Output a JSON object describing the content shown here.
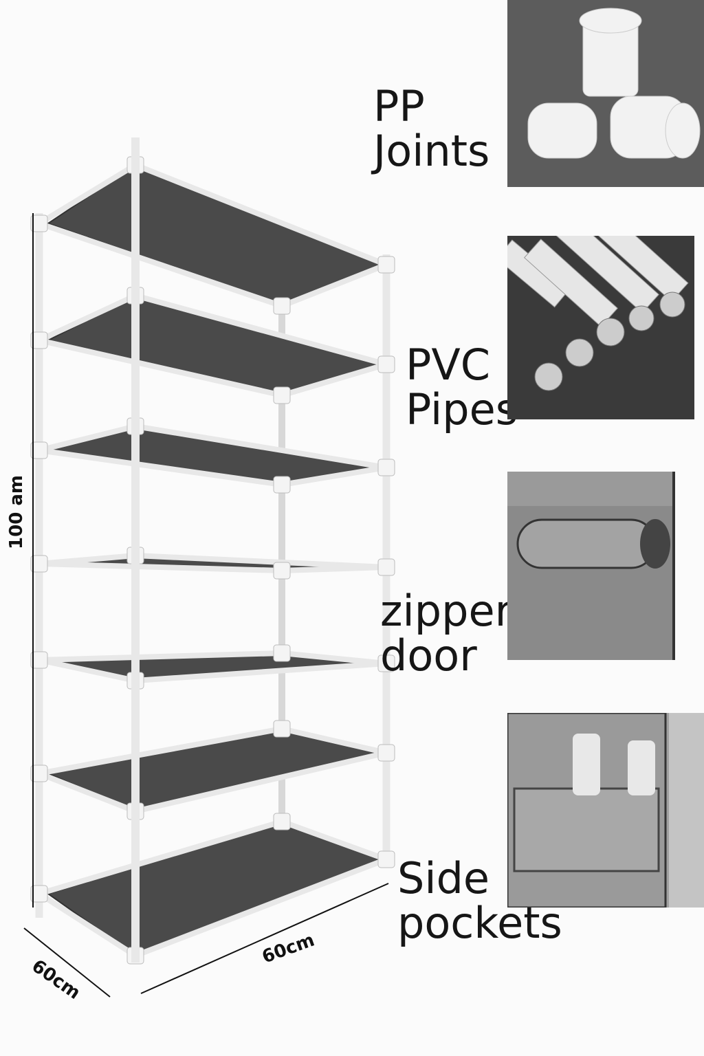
{
  "features": [
    {
      "line1": "PP",
      "line2": "Joints",
      "icon": "pp-joint-photo"
    },
    {
      "line1": "PVC",
      "line2": "Pipes",
      "icon": "pvc-pipes-photo"
    },
    {
      "line1": "zipper",
      "line2": "door",
      "icon": "zipper-door-photo"
    },
    {
      "line1": "Side",
      "line2": "pockets",
      "icon": "side-pockets-photo"
    }
  ],
  "dimensions": {
    "height": "100 am",
    "depth": "60cm",
    "width": "60cm"
  },
  "colors": {
    "shelf": "#4a4a4a",
    "frame": "#e8e8e8",
    "photo_bg": "#5a5a5a"
  }
}
